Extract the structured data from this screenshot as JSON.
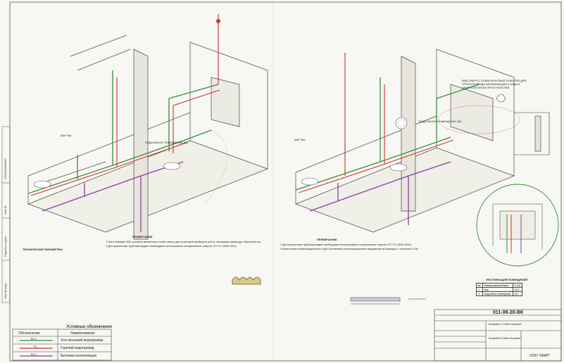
{
  "plan_left": {
    "room_label": "ПОДСОБНОЕ ПОМЕЩЕНИЕ №3",
    "bar_label": "БАР №2"
  },
  "plan_right": {
    "room_label": "ПОДСОБНОЕ ПОМЕЩЕНИЕ №3",
    "bar_label": "БАР №2",
    "detail_title": "ВИД СВЕРХУ ТОЧКИ МОНТАЖА ХОМУТОВ ДЛЯ ТРУБОПРОВОДА КАНАЛИЗАЦИИ d.40мм В ЗАПОТОЛОЧНОМ ПРОСТРАНСТВЕ"
  },
  "notes_left": {
    "heading": "ПРИМЕЧАНИЕ",
    "lines": [
      "1.Узел обвязки ХВС условно включены в себя насос для установки приборов учёта, запорную арматуру, обратный клапан.",
      "2.Для крепления трубопроводов необходимо использовать специальные хомуты СП 73.13330.2016."
    ]
  },
  "notes_right": {
    "heading": "ПРИМЕЧАНИЕ",
    "lines": [
      "1.Для крепления трубопроводов необходимо использовать специальные хомуты СП 73.13330.2016.",
      "2.Крепления канализационных труб (Установку канализационных вакуумной производят с уклоном 0,03)."
    ]
  },
  "tech_params": {
    "title": "ТЕХНИЧЕСКИЕ ПАРАМЕТРЫ"
  },
  "explication": {
    "title": "ЭКСПЛИКАЦИЯ ПОМЕЩЕНИЙ",
    "head_num": "№",
    "head_name": "Наименование/Name",
    "head_area": "S, м2",
    "rows": [
      {
        "num": "1",
        "name": "Бар",
        "area": "12,0"
      },
      {
        "num": "3",
        "name": "Подсобное помещение",
        "area": "4,6"
      }
    ]
  },
  "legend": {
    "title": "Условные обозначения",
    "col_symbol": "Обозначение",
    "col_name": "Наименование",
    "items": [
      {
        "code": "В1-1",
        "name": "Хоз-питьевой водопровод",
        "color": "#3a8a3a"
      },
      {
        "code": "Т3",
        "name": "Горячий водопровод",
        "color": "#d03030"
      },
      {
        "code": "К1-1",
        "name": "Бытовая канализация",
        "color": "#8a3aa8"
      }
    ]
  },
  "stamp": {
    "doc_code": "011-08-20-ВК",
    "company": "ООО \"ККАП\"",
    "project": "Кофейня \"Coffee Anytime\"",
    "sheet_title": "Кофейня\"Coffee Anytime\""
  },
  "side_stamp": {
    "agreed": "СОГЛАСОВАНО",
    "inv_no": "Инв.№",
    "sign_date": "Подпись и дата",
    "inv_orig": "Инв.№ подл."
  },
  "colors": {
    "cold_water": "#3a8a3a",
    "hot_water": "#d03030",
    "sewer": "#8a3aa8",
    "wall": "#444444"
  }
}
